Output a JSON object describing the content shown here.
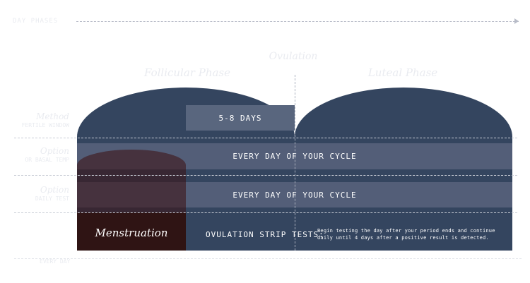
{
  "top_row": {
    "label": "DAY   PHASES"
  },
  "headings": {
    "ovulation": "Ovulation",
    "follicular": "Follicular Phase",
    "luteal": "Luteal Phase"
  },
  "fertile_window": {
    "label": "5-8 DAYS"
  },
  "bands": [
    {
      "label": "EVERY DAY OF YOUR CYCLE"
    },
    {
      "label": "EVERY DAY OF YOUR CYCLE"
    }
  ],
  "menstruation": {
    "label": "Menstruation"
  },
  "strip_tests": {
    "label": "OVULATION STRIP TESTS:",
    "description": "Begin testing the day after your period ends and continue daily until 4 days after a positive result is detected."
  },
  "row_labels": [
    {
      "title": "Method",
      "sub": "FERTILE WINDOW"
    },
    {
      "title": "Option",
      "sub": "OR BASAL TEMP"
    },
    {
      "title": "Option",
      "sub": "DAILY TEST"
    }
  ],
  "bottom_label": "EVERY DAY",
  "colors": {
    "dome": "#34455f",
    "band": "#535e78",
    "fertile_box": "#59667e",
    "menstruation": "#2f1414"
  }
}
